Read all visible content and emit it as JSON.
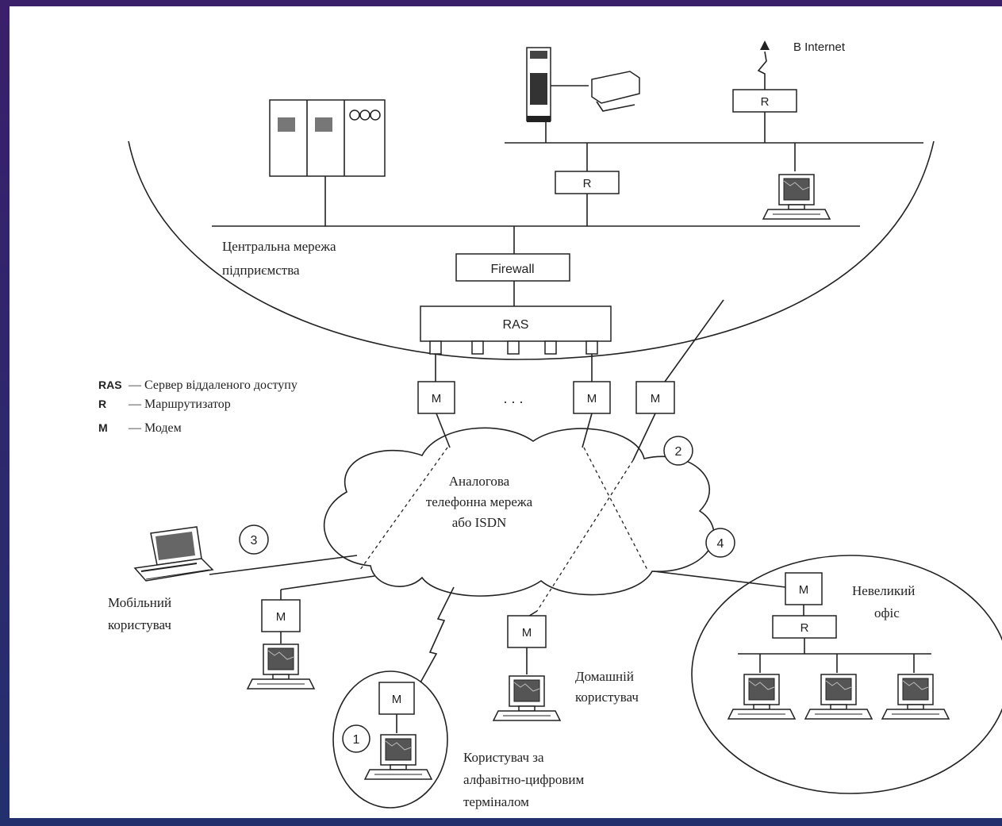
{
  "diagram": {
    "top_right_label": "B Internet",
    "core_network_label": [
      "Центральна мережа",
      "підприємства"
    ],
    "firewall": "Firewall",
    "ras": "RAS",
    "router": "R",
    "modem": "M",
    "ellipsis": ". . .",
    "cloud_label": [
      "Аналогова",
      "телефонна мережа",
      "або ISDN"
    ],
    "legend": [
      {
        "abbr": "RAS",
        "text": "— Сервер віддаленого доступу"
      },
      {
        "abbr": "R",
        "text": "— Маршрутизатор"
      },
      {
        "abbr": "M",
        "text": "— Модем"
      }
    ],
    "numbers": [
      "1",
      "2",
      "3",
      "4"
    ],
    "mobile_user": [
      "Мобільний",
      "користувач"
    ],
    "home_user": [
      "Домашній",
      "користувач"
    ],
    "small_office": [
      "Невеликий",
      "офіс"
    ],
    "terminal_user": [
      "Користувач за",
      "алфавітно-цифровим",
      "терміналом"
    ]
  }
}
